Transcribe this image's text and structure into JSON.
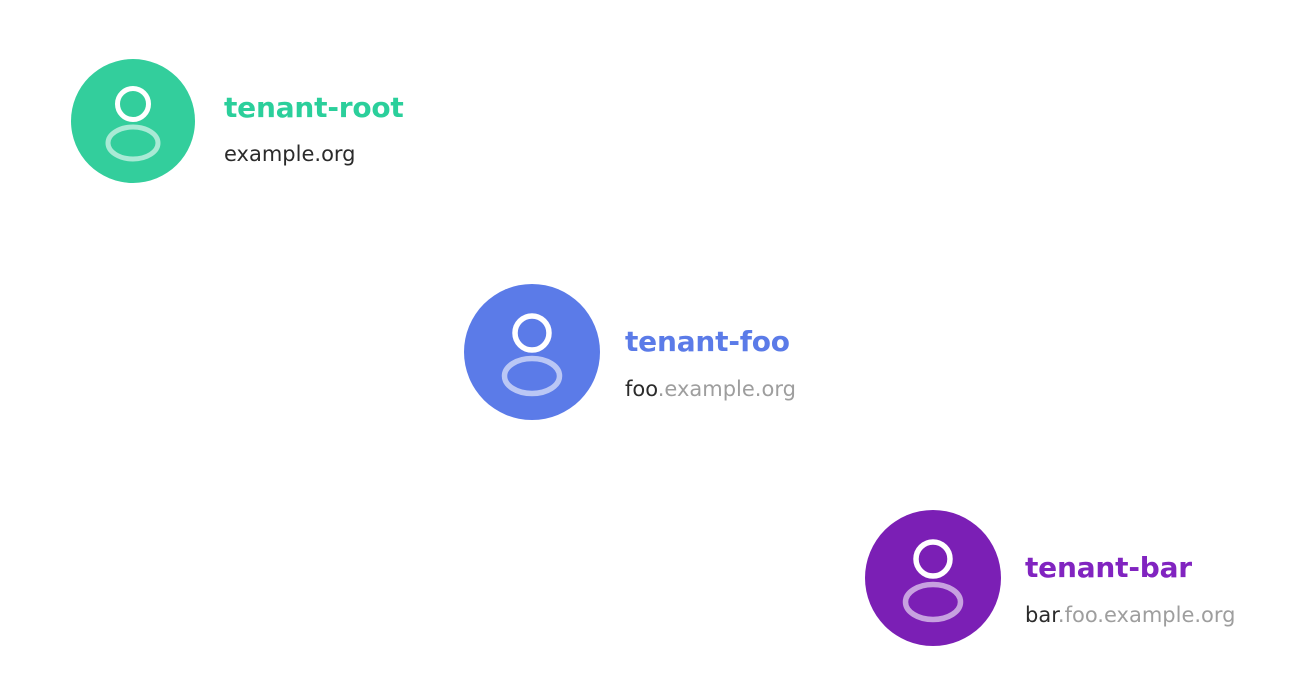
{
  "diagram": {
    "type": "tenant-hierarchy-tree",
    "background_color": "#ffffff",
    "nodes": [
      {
        "id": "tenant-root",
        "title": "tenant-root",
        "domain_prefix": "example.org",
        "domain_suffix": "",
        "color": "#33ce9c",
        "title_color": "#2bcf9b",
        "icon": "user-avatar-icon"
      },
      {
        "id": "tenant-foo",
        "title": "tenant-foo",
        "domain_prefix": "foo",
        "domain_suffix": ".example.org",
        "color": "#5b7be8",
        "title_color": "#5b7be8",
        "icon": "user-avatar-icon"
      },
      {
        "id": "tenant-bar",
        "title": "tenant-bar",
        "domain_prefix": "bar",
        "domain_suffix": ".foo.example.org",
        "color": "#7b1fb5",
        "title_color": "#8124c0",
        "icon": "user-avatar-icon"
      }
    ],
    "edges": [
      {
        "id": "edge-root-foo",
        "from": "tenant-root",
        "to": "tenant-foo",
        "from_color": "#33ce9c",
        "to_color": "#5b7be8"
      },
      {
        "id": "edge-foo-bar",
        "from": "tenant-foo",
        "to": "tenant-bar",
        "from_color": "#5b7be8",
        "to_color": "#7b1fb5"
      }
    ],
    "text_colors": {
      "domain_prefix": "#2b2b2b",
      "domain_suffix": "#9e9e9e"
    }
  }
}
